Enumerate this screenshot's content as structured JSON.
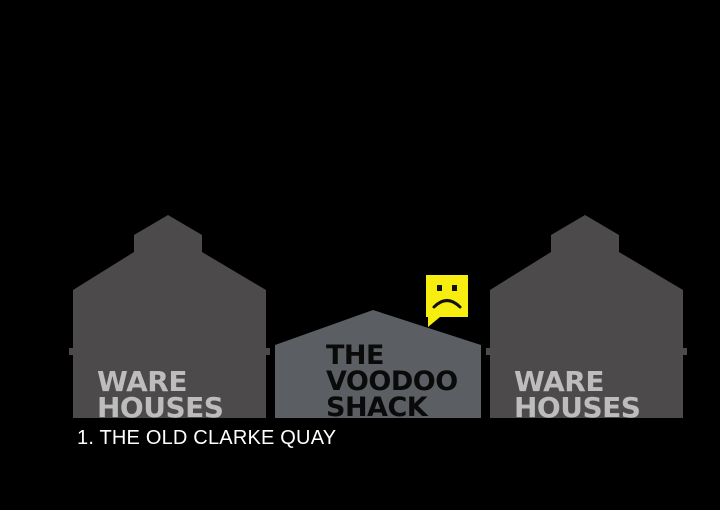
{
  "colors": {
    "background": "#000000",
    "warehouse": "#4d4a4b",
    "shack": "#5b5e63",
    "shack_text": "#0a0a0a",
    "warehouse_text": "#bdbdbd",
    "bubble": "#f7ee10",
    "caption": "#ffffff"
  },
  "buildings": {
    "left": {
      "line1": "WARE",
      "line2": "HOUSES"
    },
    "center": {
      "line1": "THE",
      "line2": "VOODOO",
      "line3": "SHACK"
    },
    "right": {
      "line1": "WARE",
      "line2": "HOUSES"
    }
  },
  "bubble": {
    "icon": "sad-face-icon"
  },
  "caption": "1. THE OLD CLARKE QUAY"
}
